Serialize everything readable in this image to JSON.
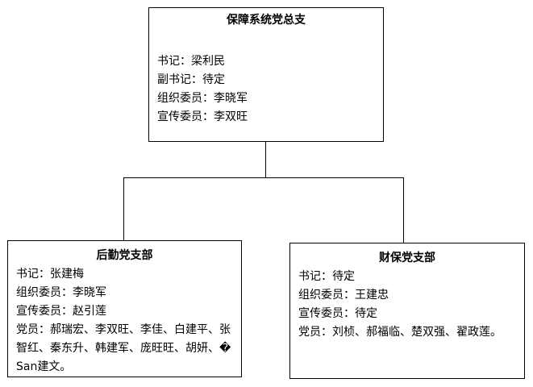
{
  "top": {
    "title": "保障系统党总支",
    "lines": [
      "书记：梁利民",
      "副书记：待定",
      "组织委员：李晓军",
      "宣传委员：李双旺"
    ]
  },
  "left": {
    "title": "后勤党支部",
    "lines": [
      "书记：张建梅",
      "组织委员：李晓军",
      "宣传委员：赵引莲"
    ],
    "members": "党员：郝瑞宏、李双旺、李佳、白建平、张智红、秦东升、韩建军、庞旺旺、胡妍、�San建文。"
  },
  "right": {
    "title": "财保党支部",
    "lines": [
      "书记：待定",
      "组织委员：王建忠",
      "宣传委员：待定"
    ],
    "members": "党员：刘桢、郝福临、楚双强、翟政莲。"
  }
}
